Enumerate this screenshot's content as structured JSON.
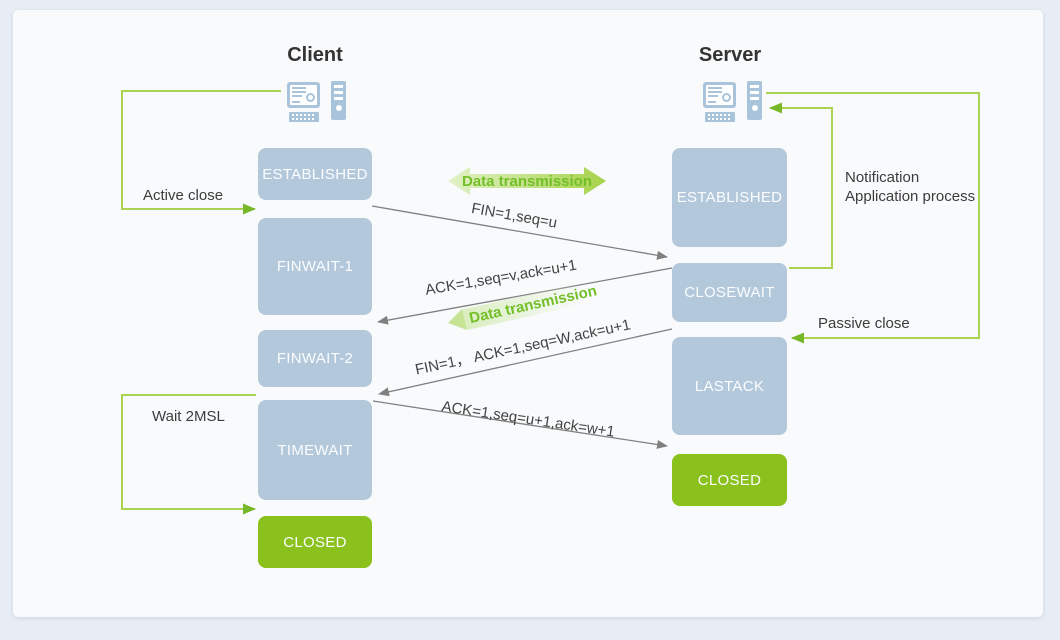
{
  "diagram": {
    "client": {
      "title": "Client",
      "states": [
        {
          "id": "established",
          "label": "ESTABLISHED"
        },
        {
          "id": "finwait-1",
          "label": "FINWAIT-1"
        },
        {
          "id": "finwait-2",
          "label": "FINWAIT-2"
        },
        {
          "id": "timewait",
          "label": "TIMEWAIT"
        },
        {
          "id": "closed",
          "label": "CLOSED"
        }
      ],
      "annotations": {
        "active_close": "Active close",
        "wait_2msl": "Wait 2MSL"
      }
    },
    "server": {
      "title": "Server",
      "states": [
        {
          "id": "established",
          "label": "ESTABLISHED"
        },
        {
          "id": "closewait",
          "label": "CLOSEWAIT"
        },
        {
          "id": "lastack",
          "label": "LASTACK"
        },
        {
          "id": "closed",
          "label": "CLOSED"
        }
      ],
      "annotations": {
        "notification_line1": "Notification",
        "notification_line2": "Application process",
        "passive_close": "Passive close"
      }
    },
    "messages": [
      {
        "label": "FIN=1,seq=u",
        "direction": "client-to-server"
      },
      {
        "label": "ACK=1,seq=v,ack=u+1",
        "direction": "server-to-client"
      },
      {
        "label": "FIN=1， ACK=1,seq=W,ack=u+1",
        "direction": "server-to-client"
      },
      {
        "label": "ACK=1,seq=u+1,ack=w+1",
        "direction": "client-to-server"
      }
    ],
    "data_transmission": {
      "label": "Data transmission"
    },
    "colors": {
      "state_blue": "#b3c8da",
      "state_green": "#8bc11c",
      "line_green": "#abd253",
      "arrowhead_green": "#76b82a",
      "arrow_gray": "#808080",
      "accent_text_green": "#72bf27",
      "panel_bg": "#f8fafc",
      "page_bg": "#e8edf5"
    }
  }
}
